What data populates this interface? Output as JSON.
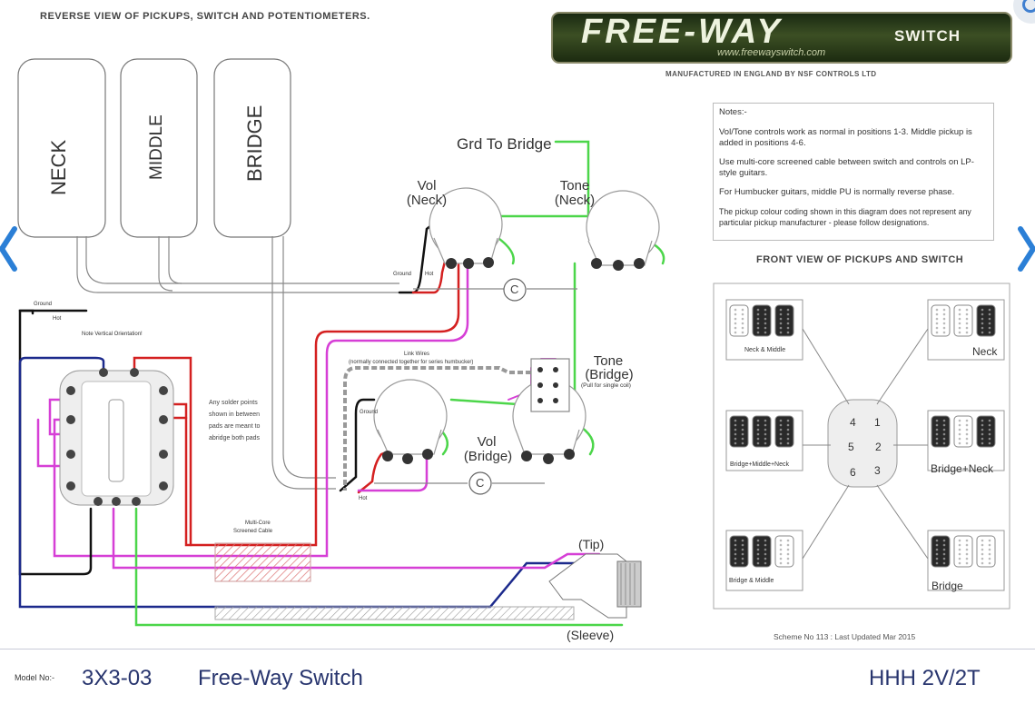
{
  "header": {
    "title": "REVERSE VIEW OF PICKUPS, SWITCH AND POTENTIOMETERS.",
    "logo_main": "FREE-WAY",
    "logo_switch": "SWITCH",
    "logo_url": "www.freewayswitch.com",
    "manufacturer": "MANUFACTURED IN ENGLAND BY NSF CONTROLS LTD"
  },
  "pickups": [
    "NECK",
    "MIDDLE",
    "BRIDGE"
  ],
  "labels": {
    "grd_to_bridge": "Grd To Bridge",
    "vol_neck": [
      "Vol",
      "(Neck)"
    ],
    "tone_neck": [
      "Tone",
      "(Neck)"
    ],
    "vol_bridge": [
      "Vol",
      "(Bridge)"
    ],
    "tone_bridge": [
      "Tone",
      "(Bridge)"
    ],
    "pull_single": "(Pull for single coil)",
    "cap": "C",
    "ground": "Ground",
    "hot": "Hot",
    "vertical_note": "Note Vertical Orientation!",
    "link_wires": "Link Wires",
    "link_wires_sub": "(normally connected together for series humbucker)",
    "solder_note": [
      "Any solder points",
      "shown in between",
      "pads are meant to",
      "abridge both pads"
    ],
    "multicore": [
      "Multi-Core",
      "Screened Cable"
    ],
    "tip": "(Tip)",
    "sleeve": "(Sleeve)"
  },
  "notes": {
    "title": "Notes:-",
    "items": [
      "Vol/Tone controls work as normal in positions 1-3. Middle pickup is added in positions 4-6.",
      "Use multi-core screened cable between switch and controls on LP-style guitars.",
      "For Humbucker guitars, middle PU is normally reverse phase.",
      "The pickup colour coding shown in this diagram does not represent any particular pickup manufacturer - please follow designations."
    ]
  },
  "front_view": {
    "title": "FRONT VIEW OF PICKUPS AND SWITCH",
    "positions": [
      "Neck & Middle",
      "Neck",
      "Bridge+Middle+Neck",
      "Bridge+Neck",
      "Bridge & Middle",
      "Bridge"
    ],
    "switch_numbers": [
      "1",
      "2",
      "3",
      "4",
      "5",
      "6"
    ]
  },
  "scheme": "Scheme No 113 : Last Updated Mar 2015",
  "footer": {
    "model_label": "Model No:-",
    "model_no": "3X3-03",
    "model_name": "Free-Way Switch",
    "model_code": "HHH 2V/2T"
  },
  "colors": {
    "green": "#4cd64a",
    "magenta": "#d63fd6",
    "red": "#d42020",
    "blue": "#1c2a8c",
    "black": "#111111",
    "brand": "#28356e"
  }
}
